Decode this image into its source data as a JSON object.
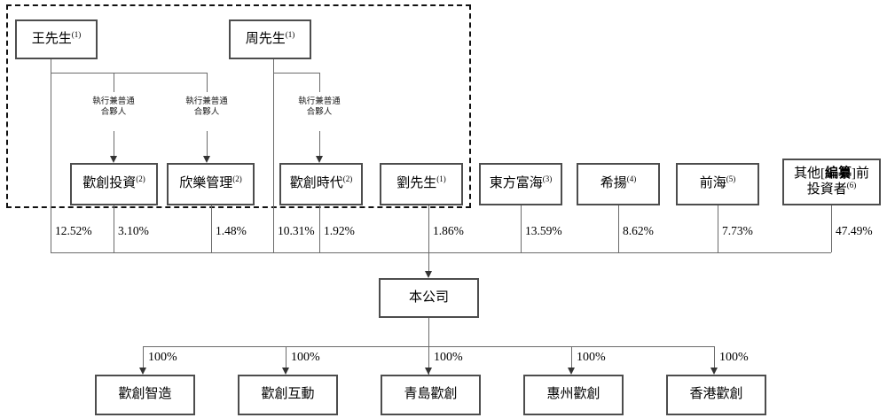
{
  "diagram": {
    "title": "Shareholding structure chart",
    "type": "org-chart",
    "colors": {
      "box_border": "#4d4d4d",
      "connector": "#6b6b6b",
      "dashed_frame": "#111111",
      "background": "#ffffff",
      "text": "#000000"
    }
  },
  "dashed_group": {
    "name": "concert-party-group"
  },
  "individuals": [
    {
      "id": "wang",
      "label": "王先生",
      "note": "(1)"
    },
    {
      "id": "zhou",
      "label": "周先生",
      "note": "(1)"
    }
  ],
  "partner_role_labels": [
    {
      "id": "role-1",
      "line1": "執行兼普通",
      "line2": "合夥人"
    },
    {
      "id": "role-2",
      "line1": "執行兼普通",
      "line2": "合夥人"
    },
    {
      "id": "role-3",
      "line1": "執行兼普通",
      "line2": "合夥人"
    }
  ],
  "shareholders": [
    {
      "id": "huanchuang-touzi",
      "label": "歡創投資",
      "note": "(2)",
      "percent": "12.52%",
      "in_dashed_group": true
    },
    {
      "id": "xinle-guanli",
      "label": "欣樂管理",
      "note": "(2)",
      "percent": "3.10%",
      "in_dashed_group": true
    },
    {
      "id": "huanchuang-shidai",
      "label": "歡創時代",
      "note": "(2)",
      "percent": "1.48%",
      "in_dashed_group": true
    },
    {
      "id": "liu-xiansheng",
      "label": "劉先生",
      "note": "(1)",
      "percent": "10.31%",
      "in_dashed_group": true
    },
    {
      "id": "dongfang-fuhai",
      "label": "東方富海",
      "note": "(3)",
      "percent": "13.59%",
      "in_dashed_group": false
    },
    {
      "id": "xiyang",
      "label": "希揚",
      "note": "(4)",
      "percent": "8.62%",
      "in_dashed_group": false
    },
    {
      "id": "qianhai",
      "label": "前海",
      "note": "(5)",
      "percent": "7.73%",
      "in_dashed_group": false
    },
    {
      "id": "other-pre-ipo",
      "label_part1": "其他[",
      "label_emph": "編纂",
      "label_part2": "]前",
      "label_line2": "投資者",
      "note": "(6)",
      "percent": "47.49%",
      "in_dashed_group": false
    }
  ],
  "percent_labels": {
    "p1": "12.52%",
    "p2": "3.10%",
    "p3": "1.48%",
    "p4": "10.31%",
    "p5": "1.92%",
    "p6": "1.86%",
    "p7": "13.59%",
    "p8": "8.62%",
    "p9": "7.73%",
    "p10": "47.49%"
  },
  "company": {
    "id": "the-company",
    "label": "本公司"
  },
  "subsidiaries": [
    {
      "id": "huanchuang-zhizao",
      "label": "歡創智造",
      "percent": "100%"
    },
    {
      "id": "huanchuang-hudong",
      "label": "歡創互動",
      "percent": "100%"
    },
    {
      "id": "qingdao-huanchuang",
      "label": "青島歡創",
      "percent": "100%"
    },
    {
      "id": "huizhou-huanchuang",
      "label": "惠州歡創",
      "percent": "100%"
    },
    {
      "id": "hongkong-huanchuang",
      "label": "香港歡創",
      "percent": "100%"
    }
  ]
}
